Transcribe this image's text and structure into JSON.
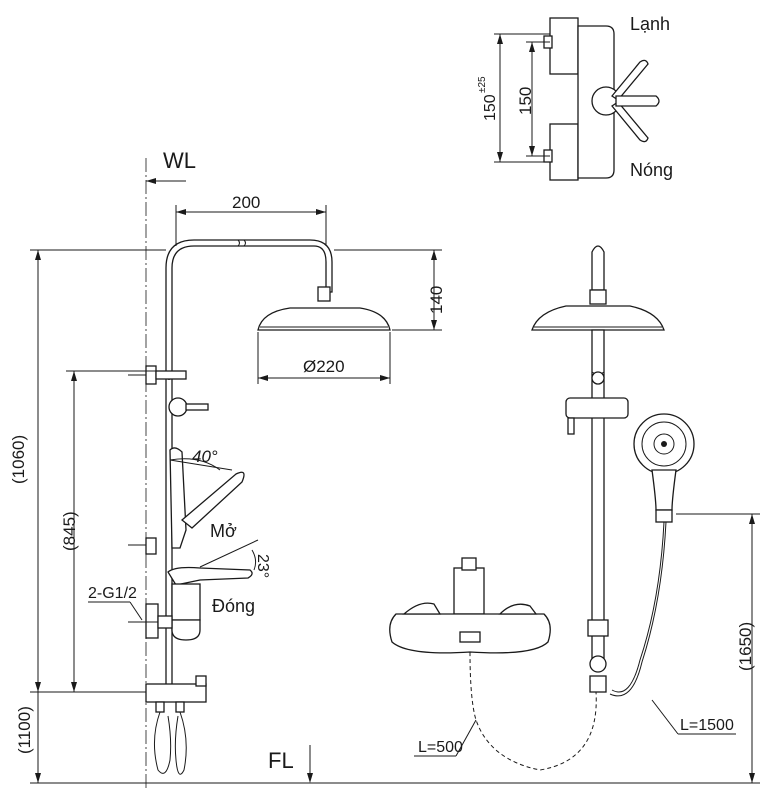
{
  "labels": {
    "wall_line": "WL",
    "floor_line": "FL",
    "cold": "Lạnh",
    "hot": "Nóng",
    "open": "Mở",
    "close": "Đóng",
    "inlet_thread": "2-G1/2",
    "dim_200": "200",
    "dim_140": "140",
    "dim_head_diameter": "Ø220",
    "dim_1060": "(1060)",
    "dim_845": "(845)",
    "dim_1100": "(1100)",
    "dim_1650": "(1650)",
    "dim_150": "150",
    "dim_150_tol_base": "150",
    "dim_150_tol_sup": "±25",
    "angle_40": "40°",
    "angle_23": "23°",
    "hose_left": "L=500",
    "hose_right": "L=1500"
  }
}
